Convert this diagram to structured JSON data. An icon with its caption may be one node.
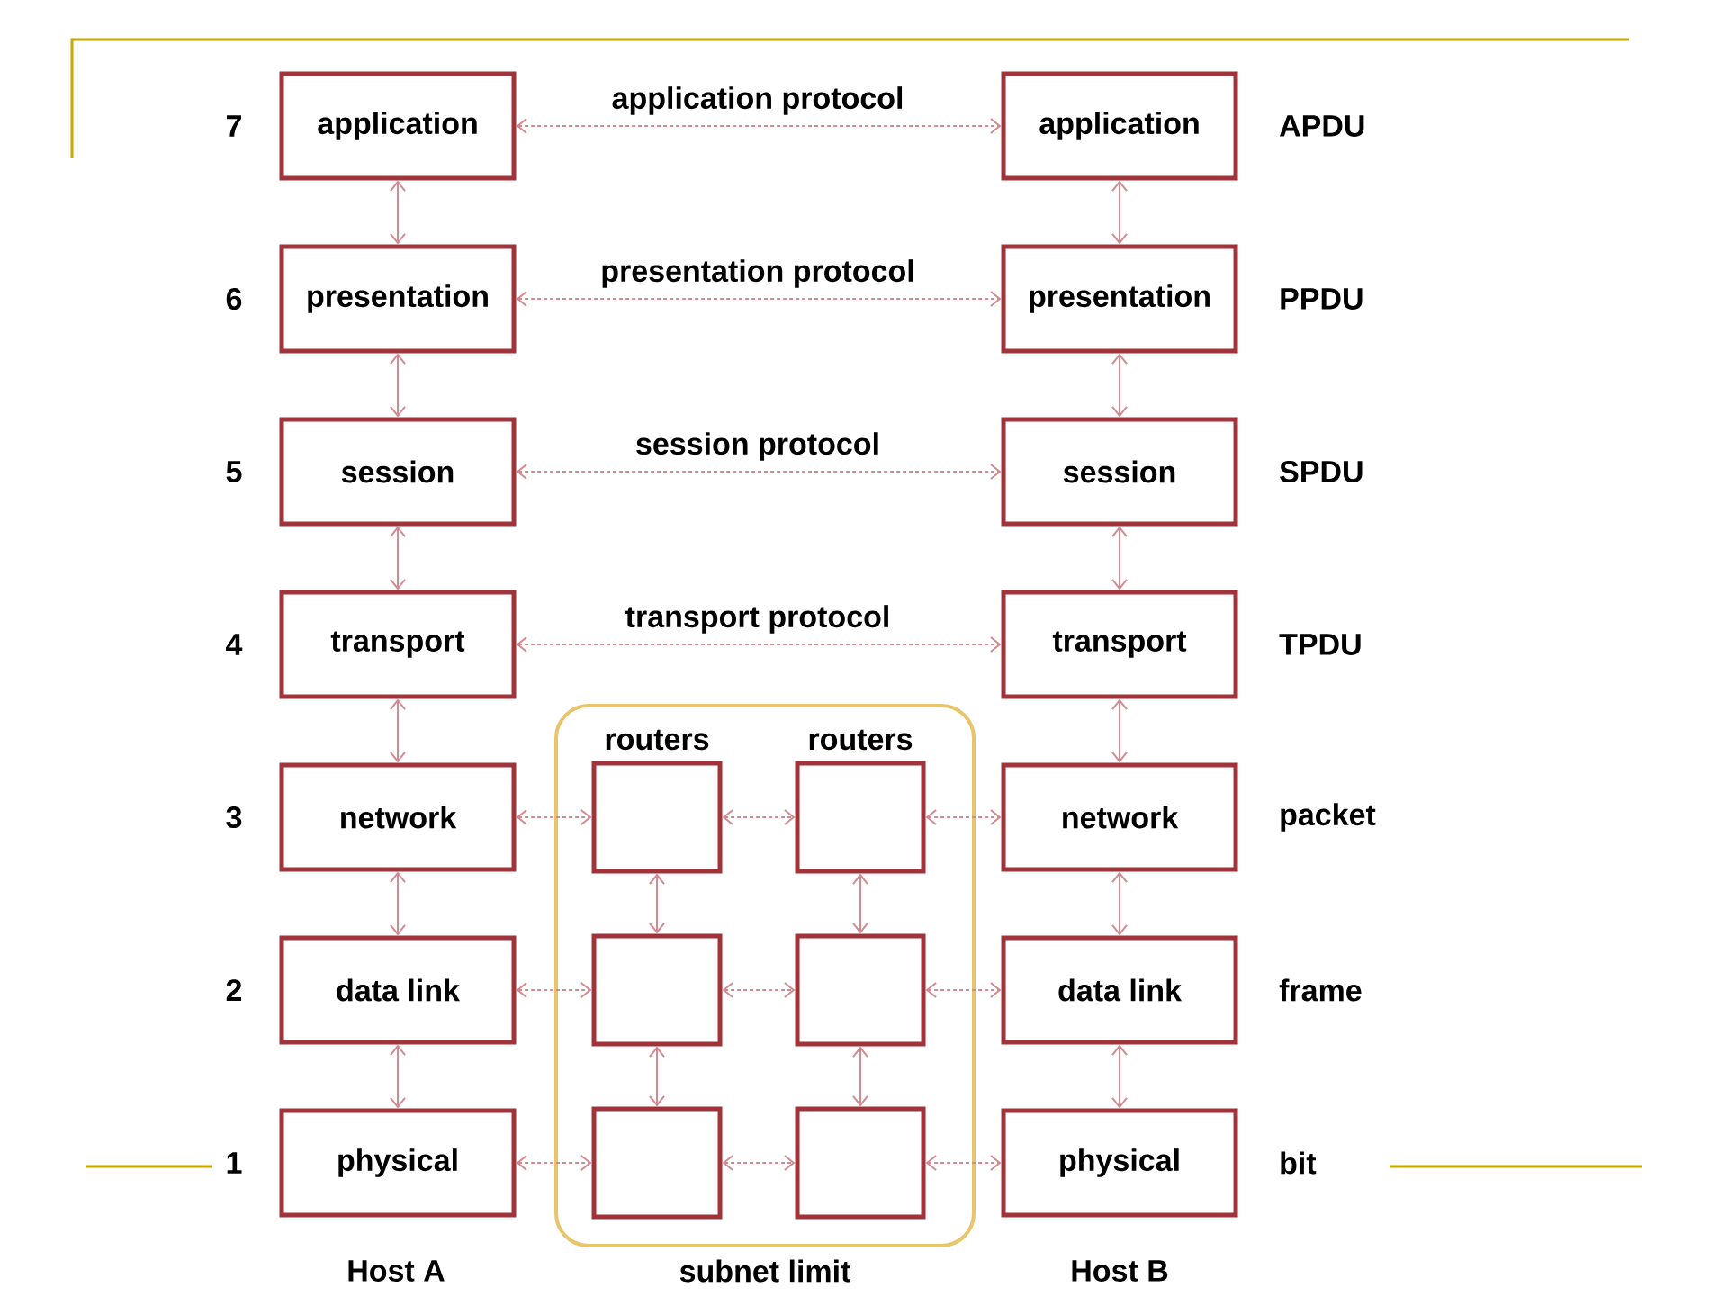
{
  "diagram": {
    "nodes": [
      {
        "text": [
          "routers",
          "routers",
          "subnet limit"
        ]
      },
      {
        "text": [
          "application"
        ],
        "beside": [
          "7"
        ]
      },
      {
        "text": [
          "presentation"
        ],
        "beside": [
          "6"
        ]
      },
      {
        "text": [
          "session"
        ],
        "beside": [
          "5"
        ]
      },
      {
        "text": [
          "transport"
        ],
        "beside": [
          "4"
        ]
      },
      {
        "text": [
          "network"
        ],
        "beside": [
          "3"
        ]
      },
      {
        "text": [
          "data link"
        ],
        "beside": [
          "2"
        ]
      },
      {
        "text": [
          "physical"
        ],
        "beside": [
          "1"
        ]
      },
      {
        "text": [
          "application"
        ],
        "beside": [
          "APDU"
        ]
      },
      {
        "text": [
          "presentation"
        ],
        "beside": [
          "PPDU"
        ]
      },
      {
        "text": [
          "session"
        ],
        "beside": [
          "SPDU"
        ]
      },
      {
        "text": [
          "transport"
        ],
        "beside": [
          "TPDU"
        ]
      },
      {
        "text": [
          "network"
        ],
        "beside": [
          "packet"
        ]
      },
      {
        "text": [
          "data link"
        ],
        "beside": [
          "frame"
        ]
      },
      {
        "text": [
          "physical"
        ],
        "beside": [
          "bit"
        ]
      },
      {
        "text": [],
        "shape": "box",
        "in": 0
      },
      {
        "text": [],
        "shape": "box",
        "in": 0
      },
      {
        "text": [],
        "shape": "box",
        "in": 0
      },
      {
        "text": [],
        "shape": "box",
        "in": 0
      },
      {
        "text": [],
        "shape": "box",
        "in": 0
      },
      {
        "text": [],
        "shape": "box",
        "in": 0
      }
    ],
    "edges": [
      {
        "from": 1,
        "to": 8,
        "arrow": "both",
        "label": "application protocol",
        "style": "dashed"
      },
      {
        "from": 2,
        "to": 9,
        "arrow": "both",
        "label": "presentation protocol",
        "style": "dashed"
      },
      {
        "from": 3,
        "to": 10,
        "arrow": "both",
        "label": "session protocol",
        "style": "dashed"
      },
      {
        "from": 4,
        "to": 11,
        "arrow": "both",
        "label": "transport protocol",
        "style": "dashed"
      },
      {
        "from": 1,
        "to": 2,
        "arrow": "both"
      },
      {
        "from": 2,
        "to": 3,
        "arrow": "both"
      },
      {
        "from": 3,
        "to": 4,
        "arrow": "both"
      },
      {
        "from": 4,
        "to": 5,
        "arrow": "both"
      },
      {
        "from": 5,
        "to": 6,
        "arrow": "both"
      },
      {
        "from": 6,
        "to": 7,
        "arrow": "both"
      },
      {
        "from": 8,
        "to": 9,
        "arrow": "both"
      },
      {
        "from": 9,
        "to": 10,
        "arrow": "both"
      },
      {
        "from": 10,
        "to": 11,
        "arrow": "both"
      },
      {
        "from": 11,
        "to": 12,
        "arrow": "both"
      },
      {
        "from": 12,
        "to": 13,
        "arrow": "both"
      },
      {
        "from": 13,
        "to": 14,
        "arrow": "both"
      },
      {
        "from": 5,
        "to": 15,
        "arrow": "both",
        "style": "dashed"
      },
      {
        "from": 15,
        "to": 16,
        "arrow": "both",
        "style": "dashed"
      },
      {
        "from": 16,
        "to": 12,
        "arrow": "both",
        "style": "dashed"
      },
      {
        "from": 6,
        "to": 17,
        "arrow": "both",
        "style": "dashed"
      },
      {
        "from": 17,
        "to": 18,
        "arrow": "both",
        "style": "dashed"
      },
      {
        "from": 18,
        "to": 13,
        "arrow": "both",
        "style": "dashed"
      },
      {
        "from": 7,
        "to": 19,
        "arrow": "both",
        "style": "dashed"
      },
      {
        "from": 19,
        "to": 20,
        "arrow": "both",
        "style": "dashed"
      },
      {
        "from": 20,
        "to": 14,
        "arrow": "both",
        "style": "dashed"
      },
      {
        "from": 15,
        "to": 17,
        "arrow": "both"
      },
      {
        "from": 17,
        "to": 19,
        "arrow": "both"
      },
      {
        "from": 16,
        "to": 18,
        "arrow": "both"
      },
      {
        "from": 18,
        "to": 20,
        "arrow": "both"
      }
    ],
    "labels": [
      "Host A",
      "Host B"
    ]
  }
}
